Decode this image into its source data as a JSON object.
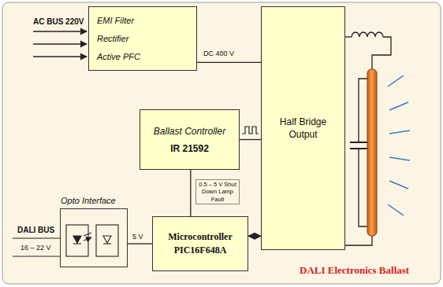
{
  "diagram": {
    "title": "DALI Electronics Ballast",
    "nodes": [
      {
        "text": [
          "EMI Filter",
          "Rectifier",
          "Active PFC"
        ]
      },
      {
        "text": [
          "Half Bridge Output"
        ]
      },
      {
        "text": [
          "Ballast Controller",
          "IR 21592"
        ]
      },
      {
        "text": [
          "Opto Interface"
        ]
      },
      {
        "text": [
          "Microcontroller PIC16F648A"
        ]
      }
    ],
    "edges": [
      {
        "from": 0,
        "to": 1,
        "label": "DC 400 V",
        "arrow": "none"
      },
      {
        "from": 2,
        "to": 1,
        "arrow": "none"
      },
      {
        "from": 4,
        "to": 2,
        "label": "0.5 – 5 V Shut Down Lamp Fault",
        "arrow": "none"
      },
      {
        "from": 3,
        "to": 4,
        "label": "5 V",
        "arrow": "none"
      },
      {
        "from": 4,
        "to": 1,
        "arrow": "both"
      }
    ],
    "labels": [
      "AC BUS 220V",
      "DALI BUS",
      "16 – 22 V"
    ]
  }
}
